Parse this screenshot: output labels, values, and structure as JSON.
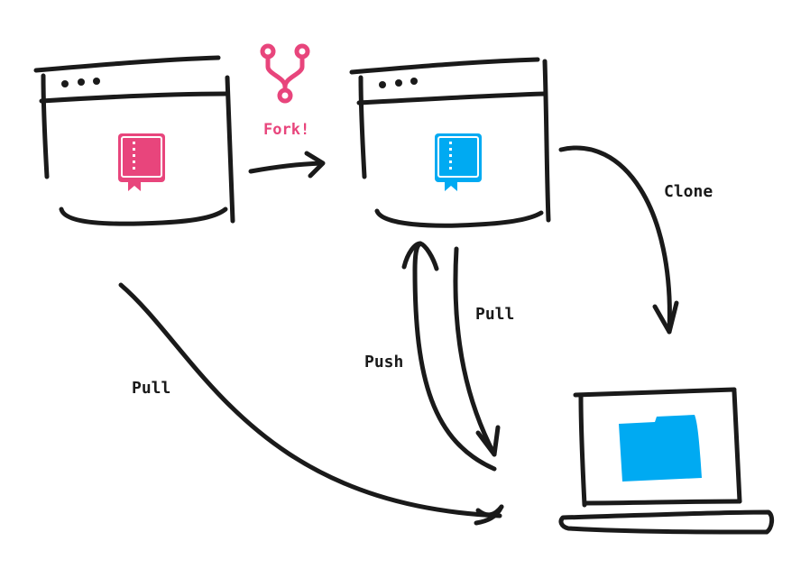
{
  "labels": {
    "fork": "Fork!",
    "clone": "Clone",
    "pull_right": "Pull",
    "push": "Push",
    "pull_left": "Pull"
  },
  "colors": {
    "ink": "#1a1a1a",
    "upstream_repo": "#e8457c",
    "fork_repo": "#00aaf2",
    "local_folder": "#00aaf2",
    "fork_icon": "#e8457c"
  },
  "icons": {
    "upstream_repo": "book-icon",
    "fork_repo": "book-icon",
    "fork": "git-fork-icon",
    "local_folder": "folder-icon",
    "computer": "laptop-icon"
  }
}
